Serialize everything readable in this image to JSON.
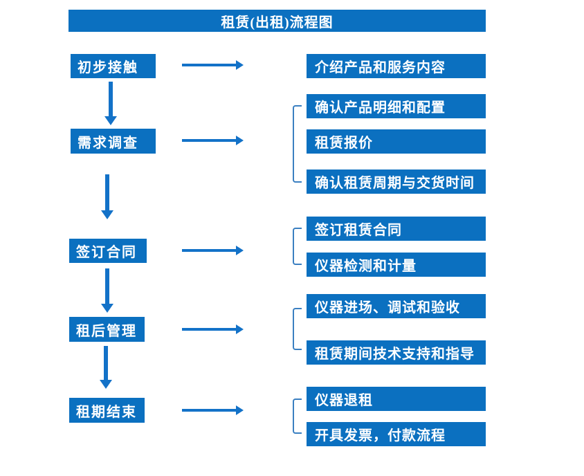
{
  "title": "租赁(出租)流程图",
  "colors": {
    "box_blue": "#0b70c0",
    "arrow_blue": "#1372c8",
    "bracket_blue": "#3a7fc1",
    "text_white": "#ffffff"
  },
  "flow": {
    "steps": [
      {
        "label": "初步接触",
        "outputs": [
          "介绍产品和服务内容"
        ]
      },
      {
        "label": "需求调查",
        "outputs": [
          "确认产品明细和配置",
          "租赁报价",
          "确认租赁周期与交货时间"
        ]
      },
      {
        "label": "签订合同",
        "outputs": [
          "签订租赁合同",
          "仪器检测和计量"
        ]
      },
      {
        "label": "租后管理",
        "outputs": [
          "仪器进场、调试和验收",
          "租赁期间技术支持和指导"
        ]
      },
      {
        "label": "租期结束",
        "outputs": [
          "仪器退租",
          "开具发票，付款流程"
        ]
      }
    ]
  }
}
